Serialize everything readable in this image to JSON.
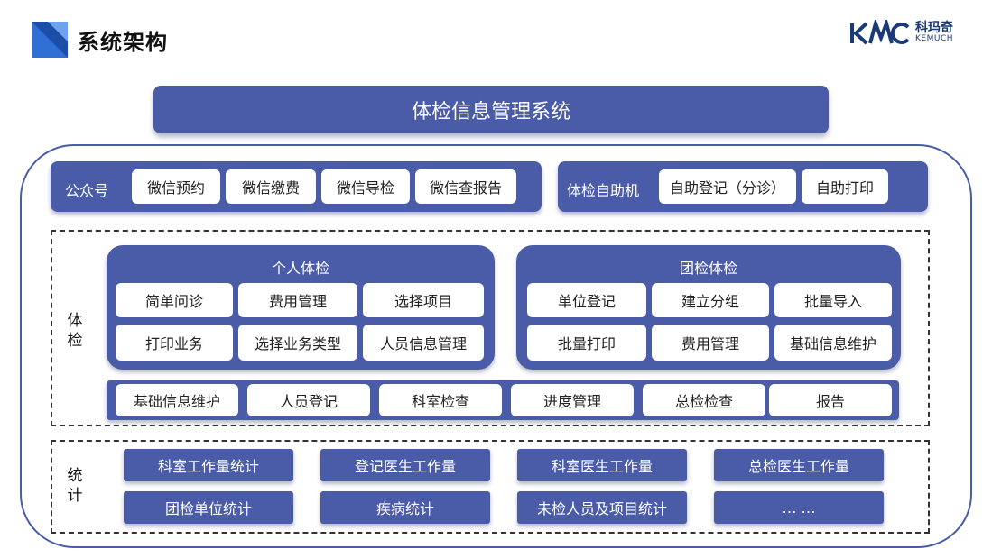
{
  "header": {
    "title": "系统架构",
    "logo_cn": "科玛奇",
    "logo_en": "KEMUCH",
    "logo_mark": "KMC"
  },
  "banner": "体检信息管理系统",
  "public_account": {
    "label": "公众号",
    "items": [
      "微信预约",
      "微信缴费",
      "微信导检",
      "微信查报告"
    ]
  },
  "kiosk": {
    "label": "体检自助机",
    "items": [
      "自助登记（分诊）",
      "自助打印"
    ]
  },
  "exam": {
    "label": "体检",
    "personal": {
      "title": "个人体检",
      "items": [
        "简单问诊",
        "费用管理",
        "选择项目",
        "打印业务",
        "选择业务类型",
        "人员信息管理"
      ]
    },
    "group": {
      "title": "团检体检",
      "items": [
        "单位登记",
        "建立分组",
        "批量导入",
        "批量打印",
        "费用管理",
        "基础信息维护"
      ]
    },
    "bottom": [
      "基础信息维护",
      "人员登记",
      "科室检查",
      "进度管理",
      "总检检查",
      "报告"
    ]
  },
  "stats": {
    "label": "统计",
    "items": [
      "科室工作量统计",
      "登记医生工作量",
      "科室医生工作量",
      "总检医生工作量",
      "团检单位统计",
      "疾病统计",
      "未检人员及项目统计",
      "… …"
    ]
  },
  "colors": {
    "primary": "#4a5ca8",
    "text": "#222222"
  }
}
